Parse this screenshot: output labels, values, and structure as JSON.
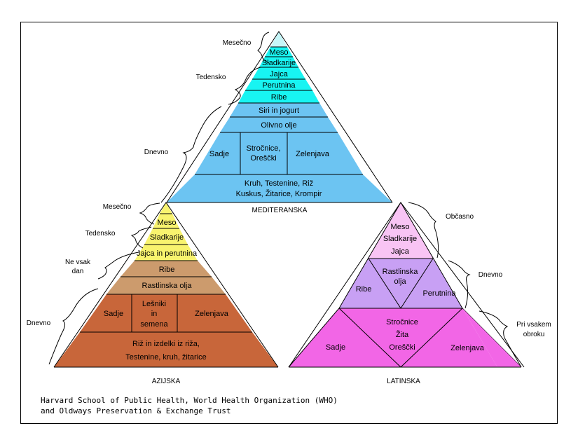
{
  "credit": {
    "line1": "Harvard School of Public Health, World Health Organization (WHO)",
    "line2": "and Oldways Preservation & Exchange Trust"
  },
  "mediterranean": {
    "caption": "MEDITERANSKA",
    "colors": {
      "top": "#c6f6f8",
      "cyan": "#18f4f2",
      "blue": "#6cc4f2"
    },
    "layers": {
      "meso": "Meso",
      "sladkarije": "Sladkarije",
      "jajca": "Jajca",
      "perutnina": "Perutnina",
      "ribe": "Ribe",
      "siri": "Siri in jogurt",
      "olje": "Olivno olje",
      "sadje": "Sadje",
      "strocnice_1": "Stročnice,",
      "strocnice_2": "Oreščki",
      "zelenjava": "Zelenjava",
      "kruh_1": "Kruh, Testenine, Riž",
      "kruh_2": "Kuskus,  Žitarice,  Krompir"
    },
    "side": {
      "mesecno": "Mesečno",
      "tedensko": "Tedensko",
      "dnevno": "Dnevno"
    }
  },
  "asian": {
    "caption": "AZIJSKA",
    "colors": {
      "yellow": "#f8f36e",
      "tan": "#cc9b6d",
      "brown": "#c8663a"
    },
    "layers": {
      "meso": "Meso",
      "sladkarije": "Sladkarije",
      "jajca": "Jajca in perutnina",
      "ribe": "Ribe",
      "olja": "Rastlinska olja",
      "sadje": "Sadje",
      "lesniki_1": "Lešniki",
      "lesniki_2": "in",
      "lesniki_3": "semena",
      "zelenjava": "Zelenjava",
      "riz_1": "Riž in izdelki iz riža,",
      "riz_2": "Testenine, kruh, žitarice"
    },
    "side": {
      "mesecno": "Mesečno",
      "tedensko": "Tedensko",
      "ne_vsak_1": "Ne vsak",
      "ne_vsak_2": "dan",
      "dnevno": "Dnevno"
    }
  },
  "latin": {
    "caption": "LATINSKA",
    "colors": {
      "light": "#f8c4f4",
      "violet": "#c8a0f4",
      "pink": "#f266e6"
    },
    "layers": {
      "meso": "Meso",
      "sladkarije": "Sladkarije",
      "jajca": "Jajca",
      "olja_1": "Rastlinska",
      "olja_2": "olja",
      "ribe": "Ribe",
      "perutnina": "Perutnina",
      "strocnice_1": "Stročnice",
      "strocnice_2": "Žita",
      "strocnice_3": "Oreščki",
      "sadje": "Sadje",
      "zelenjava": "Zelenjava"
    },
    "side": {
      "obcasno": "Občasno",
      "dnevno": "Dnevno",
      "vsak_1": "Pri vsakem",
      "vsak_2": "obroku"
    }
  }
}
